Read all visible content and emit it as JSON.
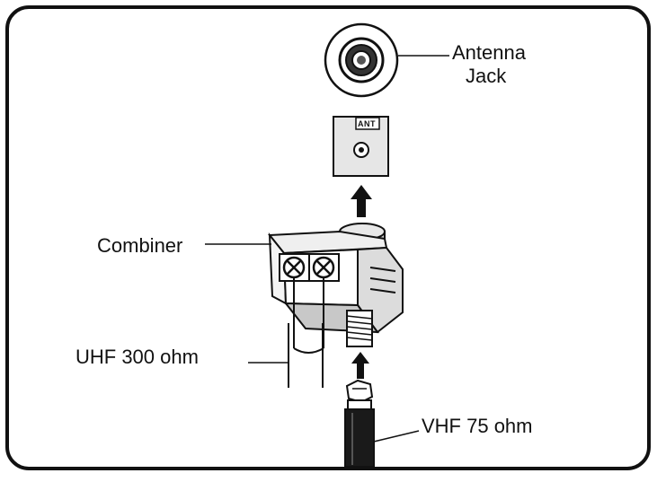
{
  "labels": {
    "antenna_jack_line1": "Antenna",
    "antenna_jack_line2": "Jack",
    "ant_panel": "ANT",
    "combiner": "Combiner",
    "uhf": "UHF 300 ohm",
    "vhf": "VHF 75 ohm"
  },
  "colors": {
    "line": "#111111",
    "gray_fill": "#d9d9d9",
    "cable": "#1a1a1a",
    "background": "#ffffff"
  }
}
